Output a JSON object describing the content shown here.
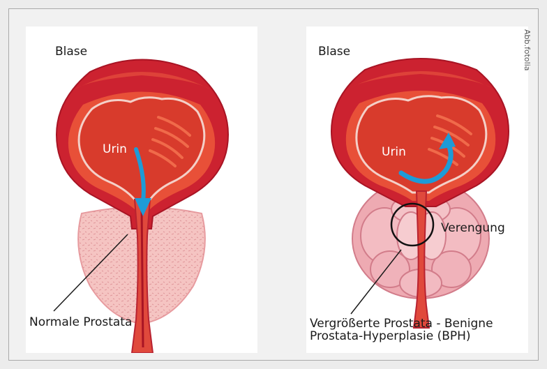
{
  "left_panel": {
    "bladder_label": "Blase",
    "urine_label": "Urin",
    "prostate_label": "Normale Prostata"
  },
  "right_panel": {
    "bladder_label": "Blase",
    "urine_label": "Urin",
    "narrowing_label": "Verengung",
    "prostate_label_line1": "Vergrößerte Prostata - Benigne",
    "prostate_label_line2": "Prostata-Hyperplasie (BPH)"
  },
  "credit": "Abb.fotolia",
  "colors": {
    "bladder_outer": "#cc2230",
    "bladder_inner": "#e85038",
    "urine": "#d83b2c",
    "prostate_normal": "#f5c4c2",
    "prostate_enlarged": "#eeaab2",
    "arrow": "#1e9bd7"
  }
}
